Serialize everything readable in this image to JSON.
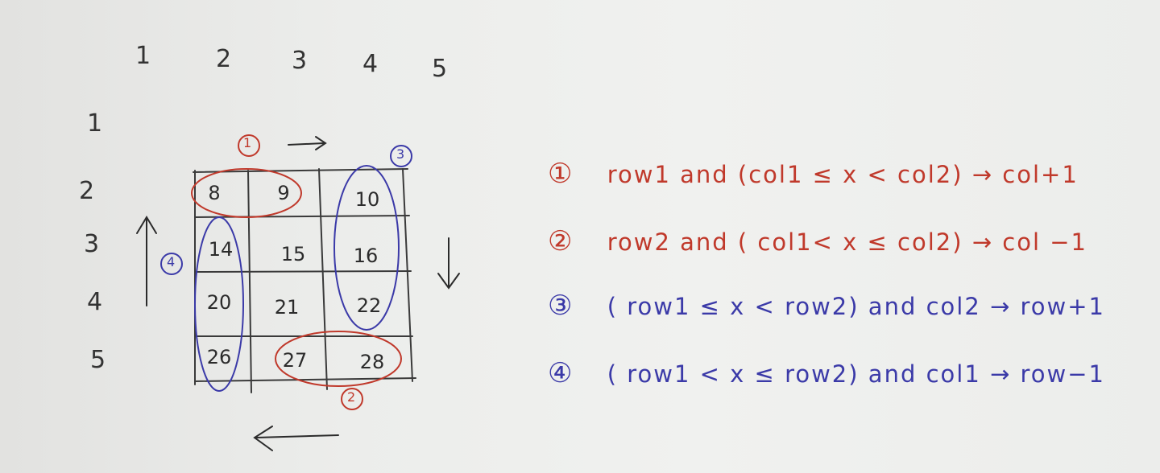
{
  "col_headers": [
    "1",
    "2",
    "3",
    "4",
    "5"
  ],
  "row_headers": [
    "1",
    "2",
    "3",
    "4",
    "5"
  ],
  "grid": {
    "cells": [
      "8",
      "9",
      "10",
      "14",
      "15",
      "16",
      "20",
      "21",
      "22",
      "26",
      "27",
      "28"
    ]
  },
  "markers": {
    "m1": "①",
    "m2": "②",
    "m3": "③",
    "m4": "④"
  },
  "notes": [
    {
      "marker": "①",
      "text": "row1 and (col1 ≤ x < col2) → col+1",
      "color": "#c0392b"
    },
    {
      "marker": "②",
      "text": "row2 and ( col1< x ≤ col2) → col −1",
      "color": "#c0392b"
    },
    {
      "marker": "③",
      "text": "( row1 ≤ x < row2) and  col2  → row+1",
      "color": "#3b3aa8"
    },
    {
      "marker": "④",
      "text": "( row1 < x ≤ row2) and col1   → row−1",
      "color": "#3b3aa8"
    }
  ],
  "colors": {
    "red": "#c0392b",
    "blue": "#3b3aa8",
    "pencil": "#2b2b2b"
  }
}
